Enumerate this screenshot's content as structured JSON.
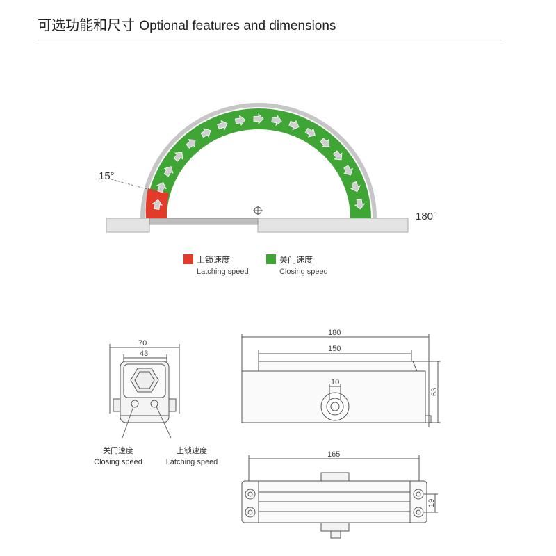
{
  "header": {
    "title_cn": "可选功能和尺寸",
    "title_en": "Optional features and dimensions"
  },
  "arc_diagram": {
    "start_angle_label": "15°",
    "end_angle_label": "180°",
    "legend": [
      {
        "label_cn": "上锁速度",
        "label_en": "Latching speed",
        "color": "#e23b2a"
      },
      {
        "label_cn": "关门速度",
        "label_en": "Closing speed",
        "color": "#3fa535"
      }
    ]
  },
  "side_view": {
    "dim_outer": "70",
    "dim_inner": "43",
    "valve_closing_cn": "关门速度",
    "valve_closing_en": "Closing speed",
    "valve_latching_cn": "上锁速度",
    "valve_latching_en": "Latching speed"
  },
  "front_view": {
    "dim_total_length": "180",
    "dim_body_length": "150",
    "dim_shaft": "10",
    "dim_height": "63"
  },
  "top_view": {
    "dim_hole_spacing": "165",
    "dim_width": "19"
  }
}
